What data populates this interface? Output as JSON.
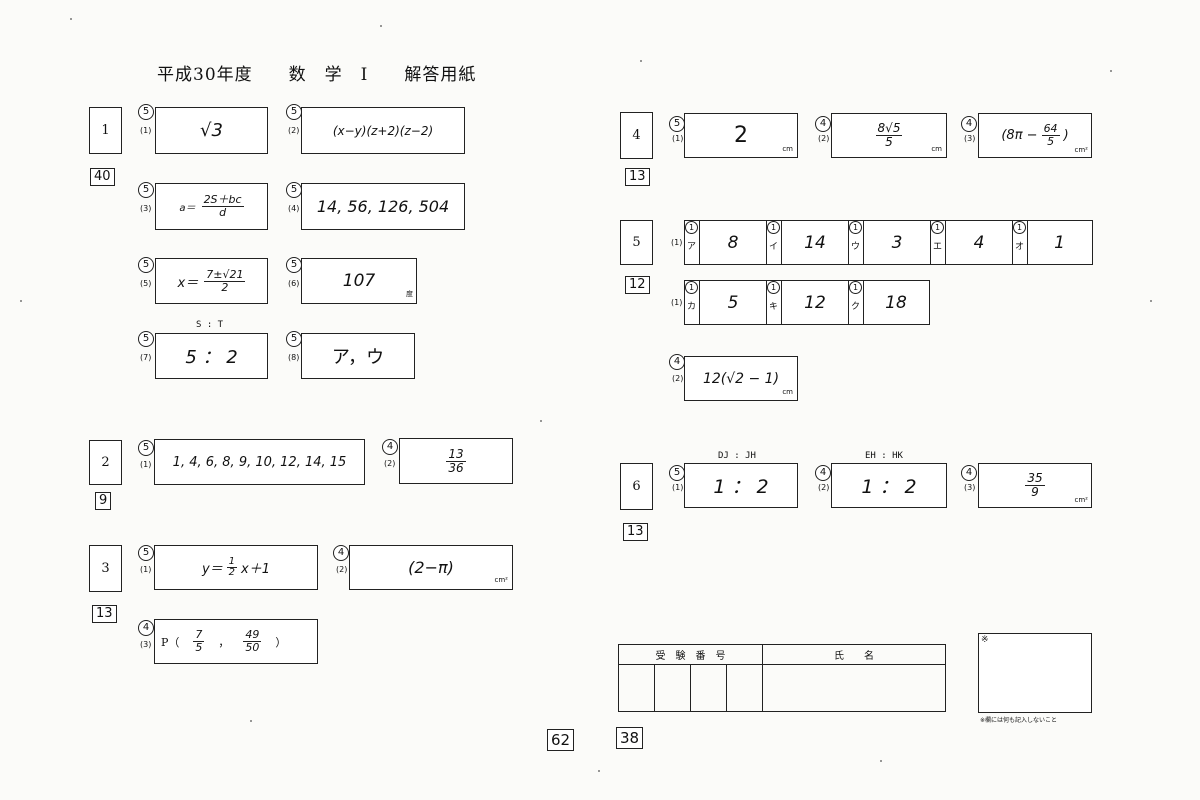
{
  "header": {
    "title": "平成30年度　　数　学　Ⅰ　　解答用紙"
  },
  "q1": {
    "number": "1",
    "score": "40",
    "a1": {
      "label": "(1)",
      "points": "5",
      "answer": "√3"
    },
    "a2": {
      "label": "(2)",
      "points": "5",
      "answer": "(x−y)(z+2)(z−2)"
    },
    "a3": {
      "label": "(3)",
      "points": "5",
      "prefix": "a＝",
      "num": "2S＋bc",
      "den": "d"
    },
    "a4": {
      "label": "(4)",
      "points": "5",
      "answer": "14, 56, 126, 504"
    },
    "a5": {
      "label": "(5)",
      "points": "5",
      "prefix": "x＝",
      "num": "7±√21",
      "den": "2"
    },
    "a6": {
      "label": "(6)",
      "points": "5",
      "answer": "107",
      "unit": "度"
    },
    "a7": {
      "label": "(7)",
      "points": "5",
      "caption": "S : T",
      "answer": "5 ： 2"
    },
    "a8": {
      "label": "(8)",
      "points": "5",
      "answer": "ア，ウ"
    }
  },
  "q2": {
    "number": "2",
    "score": "9",
    "a1": {
      "label": "(1)",
      "points": "5",
      "answer": "1, 4, 6, 8, 9, 10, 12, 14, 15"
    },
    "a2": {
      "label": "(2)",
      "points": "4",
      "num": "13",
      "den": "36"
    }
  },
  "q3": {
    "number": "3",
    "score": "13",
    "a1": {
      "label": "(1)",
      "points": "5",
      "prefix": "y＝",
      "num": "1",
      "den": "2",
      "suffix": "x＋1"
    },
    "a2": {
      "label": "(2)",
      "points": "4",
      "answer": "(2−π)",
      "unit": "cm²"
    },
    "a3": {
      "label": "(3)",
      "points": "4",
      "prefix": "P（",
      "xnum": "7",
      "xden": "5",
      "sep": "，",
      "ynum": "49",
      "yden": "50",
      "suffix": "）"
    }
  },
  "q4": {
    "number": "4",
    "score": "13",
    "a1": {
      "label": "(1)",
      "points": "5",
      "answer": "2",
      "unit": "cm"
    },
    "a2": {
      "label": "(2)",
      "points": "4",
      "num": "8√5",
      "den": "5",
      "unit": "cm"
    },
    "a3": {
      "label": "(3)",
      "points": "4",
      "prefix": "(8π −",
      "num": "64",
      "den": "5",
      "suffix": ")",
      "unit": "cm²"
    }
  },
  "q5": {
    "number": "5",
    "score": "12",
    "row1": {
      "label": "(1)",
      "cells": [
        {
          "kana": "ア",
          "points": "1",
          "answer": "8"
        },
        {
          "kana": "イ",
          "points": "1",
          "answer": "14"
        },
        {
          "kana": "ウ",
          "points": "1",
          "answer": "3"
        },
        {
          "kana": "エ",
          "points": "1",
          "answer": "4"
        },
        {
          "kana": "オ",
          "points": "1",
          "answer": "1"
        }
      ]
    },
    "row2": {
      "label": "(1)",
      "cells": [
        {
          "kana": "カ",
          "points": "1",
          "answer": "5"
        },
        {
          "kana": "キ",
          "points": "1",
          "answer": "12"
        },
        {
          "kana": "ク",
          "points": "1",
          "answer": "18"
        }
      ]
    },
    "a2": {
      "label": "(2)",
      "points": "4",
      "answer": "12(√2 − 1)",
      "unit": "cm"
    }
  },
  "q6": {
    "number": "6",
    "score": "13",
    "a1": {
      "label": "(1)",
      "points": "5",
      "caption": "DJ : JH",
      "answer": "1 ： 2"
    },
    "a2": {
      "label": "(2)",
      "points": "4",
      "caption": "EH : HK",
      "answer": "1 ： 2"
    },
    "a3": {
      "label": "(3)",
      "points": "4",
      "num": "35",
      "den": "9",
      "unit": "cm²"
    }
  },
  "id_table": {
    "exam_number": "受　験　番　号",
    "name": "氏　　名"
  },
  "note_box": {
    "mark": "※",
    "note": "※欄には何も記入しないこと"
  },
  "totals": {
    "total1": "62",
    "total2": "38"
  }
}
